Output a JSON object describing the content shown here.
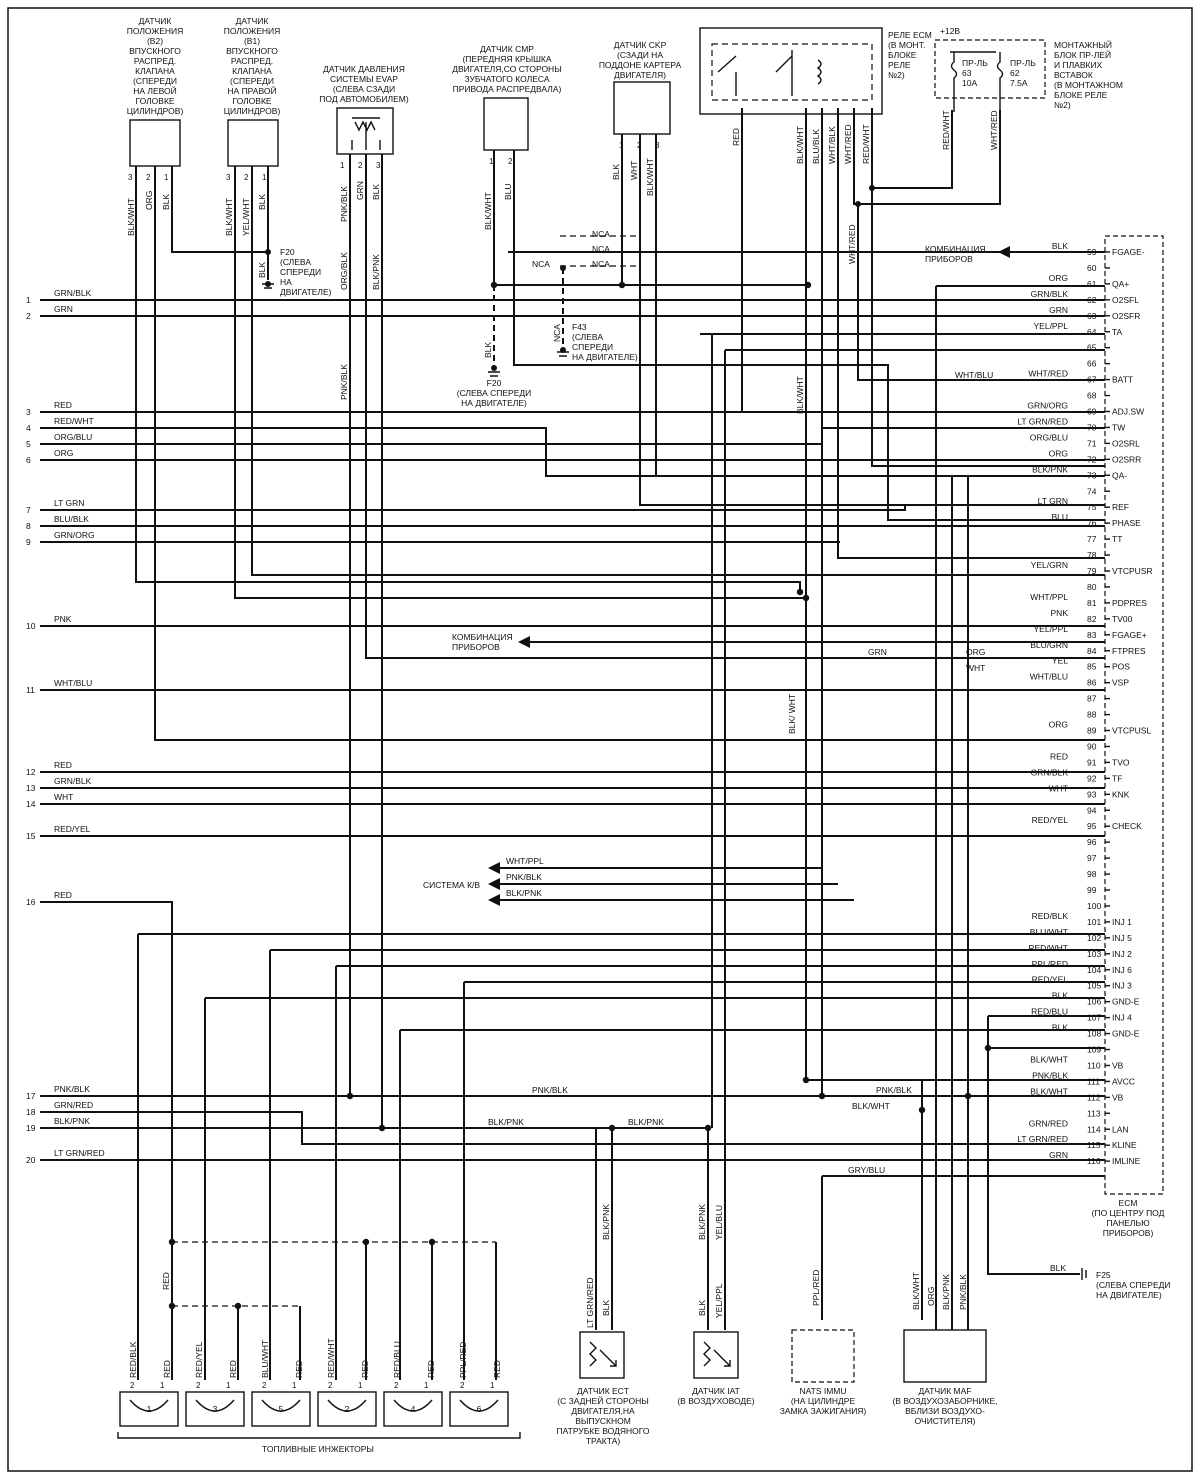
{
  "components": {
    "sensor_b2": [
      "ДАТЧИК",
      "ПОЛОЖЕНИЯ",
      "(B2)",
      "ВПУСКНОГО",
      "РАСПРЕД.",
      "КЛАПАНА",
      "(СПЕРЕДИ",
      "НА ЛЕВОЙ",
      "ГОЛОВКЕ",
      "ЦИЛИНДРОВ)"
    ],
    "sensor_b1": [
      "ДАТЧИК",
      "ПОЛОЖЕНИЯ",
      "(B1)",
      "ВПУСКНОГО",
      "РАСПРЕД.",
      "КЛАПАНА",
      "(СПЕРЕДИ",
      "НА ПРАВОЙ",
      "ГОЛОВКЕ",
      "ЦИЛИНДРОВ)"
    ],
    "evap": [
      "ДАТЧИК ДАВЛЕНИЯ",
      "СИСТЕМЫ EVAP",
      "(СЛЕВА СЗАДИ",
      "ПОД АВТОМОБИЛЕМ)"
    ],
    "cmp": [
      "ДАТЧИК CMP",
      "(ПЕРЕДНЯЯ КРЫШКА",
      "ДВИГАТЕЛЯ,СО СТОРОНЫ",
      "ЗУБЧАТОГО КОЛЕСА",
      "ПРИВОДА РАСПРЕДВАЛА)"
    ],
    "ckp": [
      "ДАТЧИК CKP",
      "(СЗАДИ НА",
      "ПОДДОНЕ КАРТЕРА",
      "ДВИГАТЕЛЯ)"
    ],
    "relay_ecm": [
      "РЕЛЕ ECM",
      "(В МОНТ.",
      "БЛОКЕ",
      "РЕЛЕ",
      "№2)"
    ],
    "fuse_block": [
      "МОНТАЖНЫЙ",
      "БЛОК ПР-ЛЕЙ",
      "И ПЛАВКИХ",
      "ВСТАВОК",
      "(В МОНТАЖНОМ",
      "БЛОКЕ РЕЛЕ",
      "№2)"
    ],
    "plus12": "+12В",
    "fuse63": [
      "ПР-ЛЬ",
      "63",
      "10А"
    ],
    "fuse62": [
      "ПР-ЛЬ",
      "62",
      "7.5А"
    ],
    "g_f20a": [
      "F20",
      "(СЛЕВА",
      "СПЕРЕДИ",
      "НА",
      "ДВИГАТЕЛЕ)"
    ],
    "g_f43": [
      "F43",
      "(СЛЕВА",
      "СПЕРЕДИ",
      "НА ДВИГАТЕЛЕ)"
    ],
    "g_f20b": [
      "F20",
      "(СЛЕВА СПЕРЕДИ",
      "НА ДВИГАТЕЛЕ)"
    ],
    "g_f25": [
      "F25",
      "(СЛЕВА СПЕРЕДИ",
      "НА ДВИГАТЕЛЕ)"
    ],
    "ecm": [
      "ECM",
      "(ПО ЦЕНТРУ ПОД",
      "ПАНЕЛЬЮ",
      "ПРИБОРОВ)"
    ],
    "ect": [
      "ДАТЧИК ECT",
      "(С ЗАДНЕЙ СТОРОНЫ",
      "ДВИГАТЕЛЯ,НА",
      "ВЫПУСКНОМ",
      "ПАТРУБКЕ ВОДЯНОГО",
      "ТРАКТА)"
    ],
    "iat": [
      "ДАТЧИК IAT",
      "(В ВОЗДУХОВОДЕ)"
    ],
    "nats": [
      "NATS IMMU",
      "(НА ЦИЛИНДРЕ",
      "ЗАМКА ЗАЖИГАНИЯ)"
    ],
    "maf": [
      "ДАТЧИК MAF",
      "(В ВОЗДУХОЗАБОРНИКЕ,",
      "ВБЛИЗИ ВОЗДУХО-",
      "ОЧИСТИТЕЛЯ)"
    ],
    "injectors_label": "ТОПЛИВНЫЕ ИНЖЕКТОРЫ",
    "injector_numbers": [
      "1",
      "3",
      "5",
      "2",
      "4",
      "6"
    ],
    "kombinacia": [
      "КОМБИНАЦИЯ",
      "ПРИБОРОВ"
    ],
    "sistema_kv": "СИСТЕМА К/В",
    "nca": "NCA"
  },
  "ecm_pins": [
    {
      "n": "59",
      "func": "FGAGE-",
      "wire": "BLK"
    },
    {
      "n": "60",
      "func": "",
      "wire": ""
    },
    {
      "n": "61",
      "func": "QA+",
      "wire": "ORG"
    },
    {
      "n": "62",
      "func": "O2SFL",
      "wire": "GRN/BLK"
    },
    {
      "n": "63",
      "func": "O2SFR",
      "wire": "GRN"
    },
    {
      "n": "64",
      "func": "TA",
      "wire": "YEL/PPL"
    },
    {
      "n": "65",
      "func": "",
      "wire": ""
    },
    {
      "n": "66",
      "func": "",
      "wire": ""
    },
    {
      "n": "67",
      "func": "BATT",
      "wire": "WHT/RED"
    },
    {
      "n": "68",
      "func": "",
      "wire": ""
    },
    {
      "n": "69",
      "func": "ADJ.SW",
      "wire": "GRN/ORG"
    },
    {
      "n": "70",
      "func": "TW",
      "wire": "LT GRN/RED"
    },
    {
      "n": "71",
      "func": "O2SRL",
      "wire": "ORG/BLU"
    },
    {
      "n": "72",
      "func": "O2SRR",
      "wire": "ORG"
    },
    {
      "n": "73",
      "func": "QA-",
      "wire": "BLK/PNK"
    },
    {
      "n": "74",
      "func": "",
      "wire": ""
    },
    {
      "n": "75",
      "func": "REF",
      "wire": "LT GRN"
    },
    {
      "n": "76",
      "func": "PHASE",
      "wire": "BLU"
    },
    {
      "n": "77",
      "func": "TT",
      "wire": ""
    },
    {
      "n": "78",
      "func": "",
      "wire": ""
    },
    {
      "n": "79",
      "func": "VTCPUSR",
      "wire": "YEL/GRN"
    },
    {
      "n": "80",
      "func": "",
      "wire": ""
    },
    {
      "n": "81",
      "func": "PDPRES",
      "wire": "WHT/PPL"
    },
    {
      "n": "82",
      "func": "TV00",
      "wire": "PNK"
    },
    {
      "n": "83",
      "func": "FGAGE+",
      "wire": "YEL/PPL"
    },
    {
      "n": "84",
      "func": "FTPRES",
      "wire": "BLU/GRN"
    },
    {
      "n": "85",
      "func": "POS",
      "wire": "YEL"
    },
    {
      "n": "86",
      "func": "VSP",
      "wire": "WHT/BLU"
    },
    {
      "n": "87",
      "func": "",
      "wire": ""
    },
    {
      "n": "88",
      "func": "",
      "wire": ""
    },
    {
      "n": "89",
      "func": "VTCPUSL",
      "wire": "ORG"
    },
    {
      "n": "90",
      "func": "",
      "wire": ""
    },
    {
      "n": "91",
      "func": "TVO",
      "wire": "RED"
    },
    {
      "n": "92",
      "func": "TF",
      "wire": "GRN/BLK"
    },
    {
      "n": "93",
      "func": "KNK",
      "wire": "WHT"
    },
    {
      "n": "94",
      "func": "",
      "wire": ""
    },
    {
      "n": "95",
      "func": "CHECK",
      "wire": "RED/YEL"
    },
    {
      "n": "96",
      "func": "",
      "wire": ""
    },
    {
      "n": "97",
      "func": "",
      "wire": ""
    },
    {
      "n": "98",
      "func": "",
      "wire": ""
    },
    {
      "n": "99",
      "func": "",
      "wire": ""
    },
    {
      "n": "100",
      "func": "",
      "wire": ""
    },
    {
      "n": "101",
      "func": "INJ 1",
      "wire": "RED/BLK"
    },
    {
      "n": "102",
      "func": "INJ 5",
      "wire": "BLU/WHT"
    },
    {
      "n": "103",
      "func": "INJ 2",
      "wire": "RED/WHT"
    },
    {
      "n": "104",
      "func": "INJ 6",
      "wire": "PPL/RED"
    },
    {
      "n": "105",
      "func": "INJ 3",
      "wire": "RED/YEL"
    },
    {
      "n": "106",
      "func": "GND-E",
      "wire": "BLK"
    },
    {
      "n": "107",
      "func": "INJ 4",
      "wire": "RED/BLU"
    },
    {
      "n": "108",
      "func": "GND-E",
      "wire": "BLK"
    },
    {
      "n": "109",
      "func": "",
      "wire": ""
    },
    {
      "n": "110",
      "func": "VB",
      "wire": "BLK/WHT"
    },
    {
      "n": "111",
      "func": "AVCC",
      "wire": "PNK/BLK"
    },
    {
      "n": "112",
      "func": "VB",
      "wire": "BLK/WHT"
    },
    {
      "n": "113",
      "func": "",
      "wire": ""
    },
    {
      "n": "114",
      "func": "LAN",
      "wire": "GRN/RED"
    },
    {
      "n": "115",
      "func": "KLINE",
      "wire": "LT GRN/RED"
    },
    {
      "n": "116",
      "func": "IMLINE",
      "wire": "GRN"
    }
  ],
  "left_lines": [
    {
      "n": "1",
      "wire": "GRN/BLK"
    },
    {
      "n": "2",
      "wire": "GRN"
    },
    {
      "n": "3",
      "wire": "RED"
    },
    {
      "n": "4",
      "wire": "RED/WHT"
    },
    {
      "n": "5",
      "wire": "ORG/BLU"
    },
    {
      "n": "6",
      "wire": "ORG"
    },
    {
      "n": "7",
      "wire": "LT GRN"
    },
    {
      "n": "8",
      "wire": "BLU/BLK"
    },
    {
      "n": "9",
      "wire": "GRN/ORG"
    },
    {
      "n": "10",
      "wire": "PNK"
    },
    {
      "n": "11",
      "wire": "WHT/BLU"
    },
    {
      "n": "12",
      "wire": "RED"
    },
    {
      "n": "13",
      "wire": "GRN/BLK"
    },
    {
      "n": "14",
      "wire": "WHT"
    },
    {
      "n": "15",
      "wire": "RED/YEL"
    },
    {
      "n": "16",
      "wire": "RED"
    },
    {
      "n": "17",
      "wire": "PNK/BLK"
    },
    {
      "n": "18",
      "wire": "GRN/RED"
    },
    {
      "n": "19",
      "wire": "BLK/PNK"
    },
    {
      "n": "20",
      "wire": "LT GRN/RED"
    }
  ],
  "wire_tags": {
    "b2": [
      "BLK/WHT",
      "ORG",
      "BLK"
    ],
    "b1": [
      "BLK/WHT",
      "YEL/WHT",
      "BLK"
    ],
    "f20_blk": "BLK",
    "evap": [
      "PNK/BLK",
      "GRN",
      "BLK"
    ],
    "evap_low": [
      "ORG/BLK",
      "BLK/PNK",
      "PNK/BLK"
    ],
    "cmp": [
      "BLK/WHT",
      "BLU"
    ],
    "ckp": [
      "BLK",
      "WHT",
      "BLK/WHT"
    ],
    "relay": [
      "RED",
      "BLK/WHT",
      "BLU/BLK",
      "WHT/BLK",
      "WHT/RED",
      "RED/WHT",
      "WHT/RED"
    ],
    "fuse_out": [
      "RED/WHT",
      "WHT/RED"
    ],
    "blk_cmp": "BLK",
    "nca_v": "NCA",
    "blk_wht_mid": "BLK/WHT",
    "blk_wht_low": "BLK/ WHT",
    "wht_blu": "WHT/BLU",
    "grn_in": "GRN",
    "org_in": "ORG",
    "wht_in": "WHT",
    "pnk_blk_mid": "PNK/BLK",
    "pnk_blk_r": "PNK/BLK",
    "blk_wht_r": "BLK/WHT",
    "blk_pnk_mid": "BLK/PNK",
    "blk_pnk_r": "BLK/PNK",
    "grybl": "GRY/BLU",
    "kv": [
      "WHT/PPL",
      "PNK/BLK",
      "BLK/PNK"
    ],
    "red_inj": "RED",
    "ect": [
      "LT GRN/RED",
      "BLK/PNK",
      "BLK"
    ],
    "iat": [
      "BLK/PNK",
      "YEL/BLU",
      "BLK",
      "YEL/PPL"
    ],
    "nats": "PPL/RED",
    "maf": [
      "BLK/WHT",
      "ORG",
      "BLK/PNK",
      "PNK/BLK"
    ],
    "f25": "BLK",
    "inj": [
      "RED/BLK",
      "RED",
      "RED/YEL",
      "RED",
      "BLU/WHT",
      "RED",
      "RED/WHT",
      "RED",
      "RED/BLU",
      "RED",
      "PPL/RED",
      "RED"
    ]
  },
  "colors": {
    "line": "#111111",
    "background": "#ffffff"
  }
}
